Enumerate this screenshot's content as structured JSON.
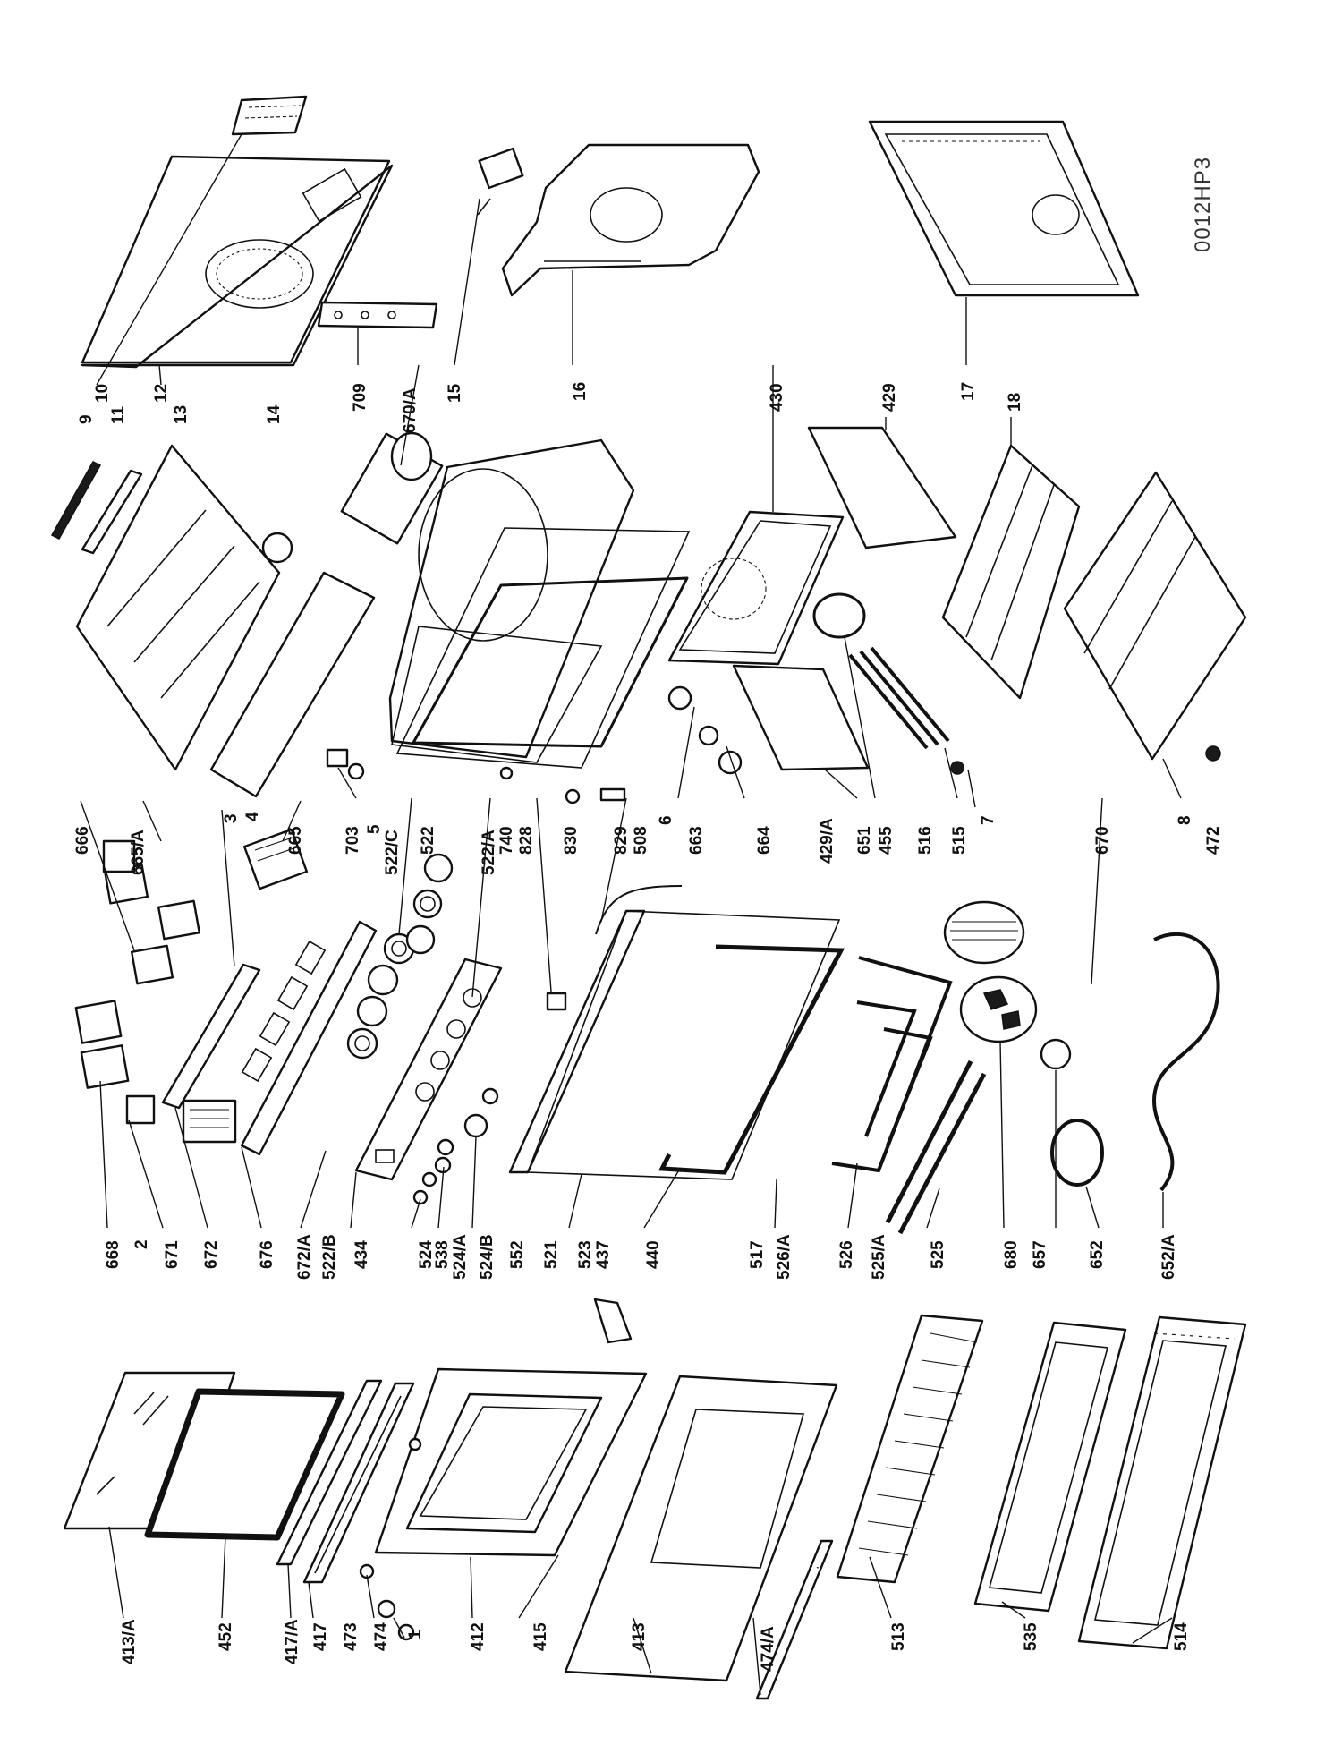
{
  "drawing_code": "0012HP3",
  "labels": [
    {
      "text": "413/A"
    },
    {
      "text": "452"
    },
    {
      "text": "417/A"
    },
    {
      "text": "417"
    },
    {
      "text": "473"
    },
    {
      "text": "474"
    },
    {
      "text": "1"
    },
    {
      "text": "412"
    },
    {
      "text": "415"
    },
    {
      "text": "413"
    },
    {
      "text": "474/A"
    },
    {
      "text": "513"
    },
    {
      "text": "535"
    },
    {
      "text": "514"
    },
    {
      "text": "668"
    },
    {
      "text": "2"
    },
    {
      "text": "671"
    },
    {
      "text": "672"
    },
    {
      "text": "676"
    },
    {
      "text": "672/A"
    },
    {
      "text": "522/B"
    },
    {
      "text": "434"
    },
    {
      "text": "524"
    },
    {
      "text": "538"
    },
    {
      "text": "524/A"
    },
    {
      "text": "524/B"
    },
    {
      "text": "552"
    },
    {
      "text": "521"
    },
    {
      "text": "523"
    },
    {
      "text": "437"
    },
    {
      "text": "440"
    },
    {
      "text": "517"
    },
    {
      "text": "526/A"
    },
    {
      "text": "526"
    },
    {
      "text": "525/A"
    },
    {
      "text": "525"
    },
    {
      "text": "680"
    },
    {
      "text": "657"
    },
    {
      "text": "652"
    },
    {
      "text": "652/A"
    },
    {
      "text": "666"
    },
    {
      "text": "665/A"
    },
    {
      "text": "3"
    },
    {
      "text": "665"
    },
    {
      "text": "703"
    },
    {
      "text": "5"
    },
    {
      "text": "522/C"
    },
    {
      "text": "522"
    },
    {
      "text": "522/A"
    },
    {
      "text": "740"
    },
    {
      "text": "828"
    },
    {
      "text": "830"
    },
    {
      "text": "829"
    },
    {
      "text": "508"
    },
    {
      "text": "6"
    },
    {
      "text": "663"
    },
    {
      "text": "664"
    },
    {
      "text": "429/A"
    },
    {
      "text": "651"
    },
    {
      "text": "455"
    },
    {
      "text": "516"
    },
    {
      "text": "515"
    },
    {
      "text": "7"
    },
    {
      "text": "670"
    },
    {
      "text": "4"
    },
    {
      "text": "9"
    },
    {
      "text": "11"
    },
    {
      "text": "10"
    },
    {
      "text": "12"
    },
    {
      "text": "13"
    },
    {
      "text": "14"
    },
    {
      "text": "709"
    },
    {
      "text": "670/A"
    },
    {
      "text": "15"
    },
    {
      "text": "16"
    },
    {
      "text": "430"
    },
    {
      "text": "429"
    },
    {
      "text": "17"
    },
    {
      "text": "18"
    },
    {
      "text": "8"
    },
    {
      "text": "472"
    }
  ]
}
